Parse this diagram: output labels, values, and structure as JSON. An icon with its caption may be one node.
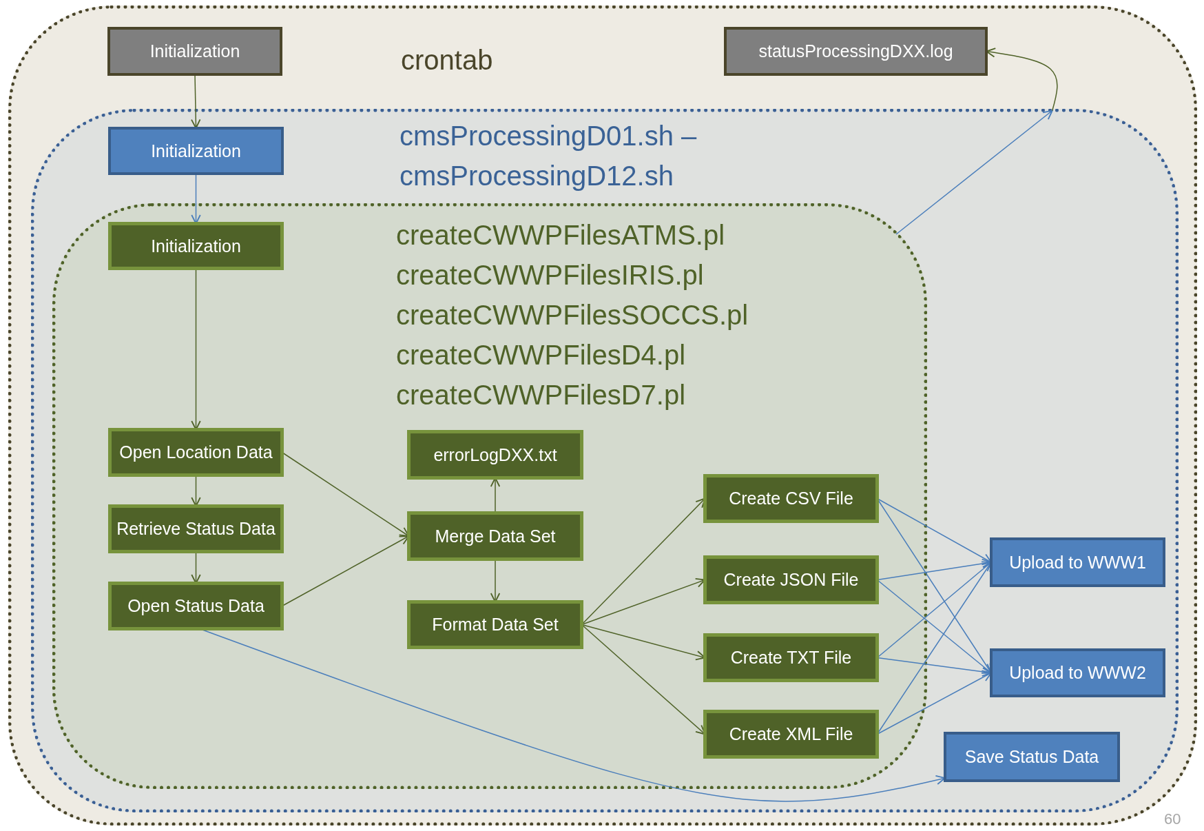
{
  "diagram": {
    "nodes": [
      {
        "text": [
          "crontab"
        ]
      },
      {
        "text": [
          "Initialization"
        ],
        "in": 0
      },
      {
        "text": [
          "statusProcessingDXX.log"
        ],
        "in": 0
      },
      {
        "text": [
          "cmsProcessingD01.sh – cmsProcessingD12.sh"
        ],
        "in": 0
      },
      {
        "text": [
          "Initialization"
        ],
        "in": 3
      },
      {
        "text": [
          "createCWWPFilesATMS.pl",
          "createCWWPFilesIRIS.pl",
          "createCWWPFilesSOCCS.pl",
          "createCWWPFilesD4.pl",
          "createCWWPFilesD7.pl"
        ],
        "in": 3
      },
      {
        "text": [
          "Initialization"
        ],
        "in": 5
      },
      {
        "text": [
          "Open Location Data"
        ],
        "in": 5
      },
      {
        "text": [
          "Retrieve Status Data"
        ],
        "in": 5
      },
      {
        "text": [
          "Open Status Data"
        ],
        "in": 5
      },
      {
        "text": [
          "errorLogDXX.txt"
        ],
        "in": 5
      },
      {
        "text": [
          "Merge Data Set"
        ],
        "in": 5
      },
      {
        "text": [
          "Format Data Set"
        ],
        "in": 5
      },
      {
        "text": [
          "Create CSV File"
        ],
        "in": 5
      },
      {
        "text": [
          "Create JSON File"
        ],
        "in": 5
      },
      {
        "text": [
          "Create TXT File"
        ],
        "in": 5
      },
      {
        "text": [
          "Create XML File"
        ],
        "in": 5
      },
      {
        "text": [
          "Upload to WWW1"
        ],
        "in": 3
      },
      {
        "text": [
          "Upload to WWW2"
        ],
        "in": 3
      },
      {
        "text": [
          "Save Status Data"
        ],
        "in": 3
      }
    ],
    "edges": [
      {
        "from": 1,
        "to": 4,
        "arrow": "to"
      },
      {
        "from": 4,
        "to": 6,
        "arrow": "to",
        "color": "#4a7ebb"
      },
      {
        "from": 6,
        "to": 7,
        "arrow": "to"
      },
      {
        "from": 7,
        "to": 8,
        "arrow": "to"
      },
      {
        "from": 8,
        "to": 9,
        "arrow": "to"
      },
      {
        "from": 7,
        "to": 11,
        "arrow": "to"
      },
      {
        "from": 9,
        "to": 11,
        "arrow": "to"
      },
      {
        "from": 11,
        "to": 10,
        "arrow": "to"
      },
      {
        "from": 11,
        "to": 12,
        "arrow": "to"
      },
      {
        "from": 12,
        "to": 13,
        "arrow": "to"
      },
      {
        "from": 12,
        "to": 14,
        "arrow": "to"
      },
      {
        "from": 12,
        "to": 15,
        "arrow": "to"
      },
      {
        "from": 12,
        "to": 16,
        "arrow": "to"
      },
      {
        "from": 13,
        "to": 17,
        "arrow": "to",
        "color": "#4a7ebb"
      },
      {
        "from": 13,
        "to": 18,
        "arrow": "to",
        "color": "#4a7ebb"
      },
      {
        "from": 14,
        "to": 17,
        "arrow": "to",
        "color": "#4a7ebb"
      },
      {
        "from": 14,
        "to": 18,
        "arrow": "to",
        "color": "#4a7ebb"
      },
      {
        "from": 15,
        "to": 17,
        "arrow": "to",
        "color": "#4a7ebb"
      },
      {
        "from": 15,
        "to": 18,
        "arrow": "to",
        "color": "#4a7ebb"
      },
      {
        "from": 16,
        "to": 17,
        "arrow": "to",
        "color": "#4a7ebb"
      },
      {
        "from": 16,
        "to": 18,
        "arrow": "to",
        "color": "#4a7ebb"
      },
      {
        "from": 9,
        "to": 19,
        "arrow": "to",
        "color": "#4a7ebb"
      },
      {
        "from": 5,
        "to": 3,
        "arrow": "to",
        "color": "#4a7ebb"
      },
      {
        "from": 3,
        "to": 2,
        "arrow": "to"
      }
    ],
    "labels": [
      "60"
    ]
  }
}
